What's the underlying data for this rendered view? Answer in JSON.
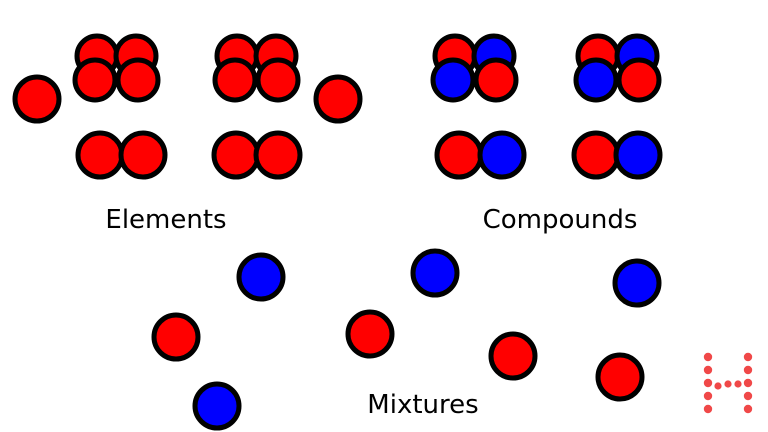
{
  "labels": {
    "elements": "Elements",
    "compounds": "Compounds",
    "mixtures": "Mixtures"
  },
  "colors": {
    "red_atom": "#ff0000",
    "blue_atom": "#0000ff",
    "outline": "#000000",
    "logo": "#f04848"
  },
  "logo": {
    "letter": "H"
  }
}
